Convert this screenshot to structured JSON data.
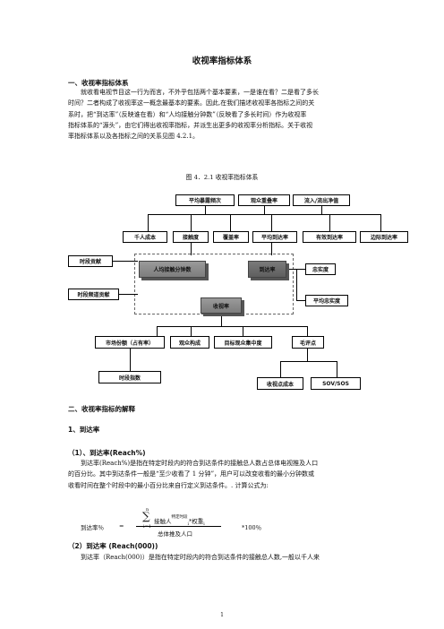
{
  "doc": {
    "title": "收视率指标体系",
    "sec1_heading": "一、收视率指标体系",
    "sec1_lines": [
      "就收看电视节目这一行为而言，不外乎包括两个基本要素，一是谁在看？二是看了多长",
      "时间？二者构成了收视率这一概念最基本的要素。因此,在我们描述收视率各指标之间的关",
      "系时，把“到达率”（反映谁在看）和“人均接触分钟数”（反映看了多长时间）作为收视率",
      "指标体系的“源头”，由它们得出收视率指标，并派生出更多的收视率分析指标。关于收视",
      "率指标体系以及各指标之间的关系见图 4.2.1。"
    ],
    "figure_caption": "图 4．2.1 收视率指标体系",
    "sec2_heading": "二、收视率指标的解释",
    "sub1_heading": "1、到达率",
    "sub1a_heading": "（1）、到达率(Reach%)",
    "sub1a_lines": [
      "到达率(Reach%)是指在特定时段内的符合到达条件的接触总人数占总体电视推及人口",
      "的百分比。其中到达条件一般是“至少收看了 1 分钟”，用户可以改变收看的最小分钟数或",
      "收看时间在整个时段中的最小百分比来自行定义到达条件。. 计算公式为:"
    ],
    "formula": {
      "lhs": "到达率％",
      "eq": "=",
      "sum_top": "n",
      "sum_bottom": "i=1",
      "numerator": "接触人",
      "sup": "特定时段",
      "sub": "i",
      "weight": "*权重",
      "weight_sub": "i",
      "denominator": "总体推及人口",
      "tail": "*100％"
    },
    "sub1b_heading": "（2）到达率 (Reach(000))",
    "sub1b_lines": [
      "到达率（Reach(000)）是指在特定时段内的符合到达条件的接触总人数,一般以千人来"
    ],
    "page_number": "1"
  },
  "diagram": {
    "row1": [
      "平均暴露频次",
      "观众重叠率",
      "流入/流出净值"
    ],
    "row2": [
      "千人成本",
      "接触度",
      "覆盖率",
      "平均到达率",
      "有效到达率",
      "边际到达率"
    ],
    "left": [
      "时段贡献",
      "时段频道贡献"
    ],
    "gray": [
      "人均接触分钟数",
      "到达率",
      "收视率"
    ],
    "right": [
      "忠实度",
      "平均忠实度"
    ],
    "row3": [
      "市场份额（占有率）",
      "观众构成",
      "目标观众集中度",
      "毛评点"
    ],
    "row4": [
      "时段指数",
      "收视点成本",
      "SOV/SOS"
    ]
  }
}
